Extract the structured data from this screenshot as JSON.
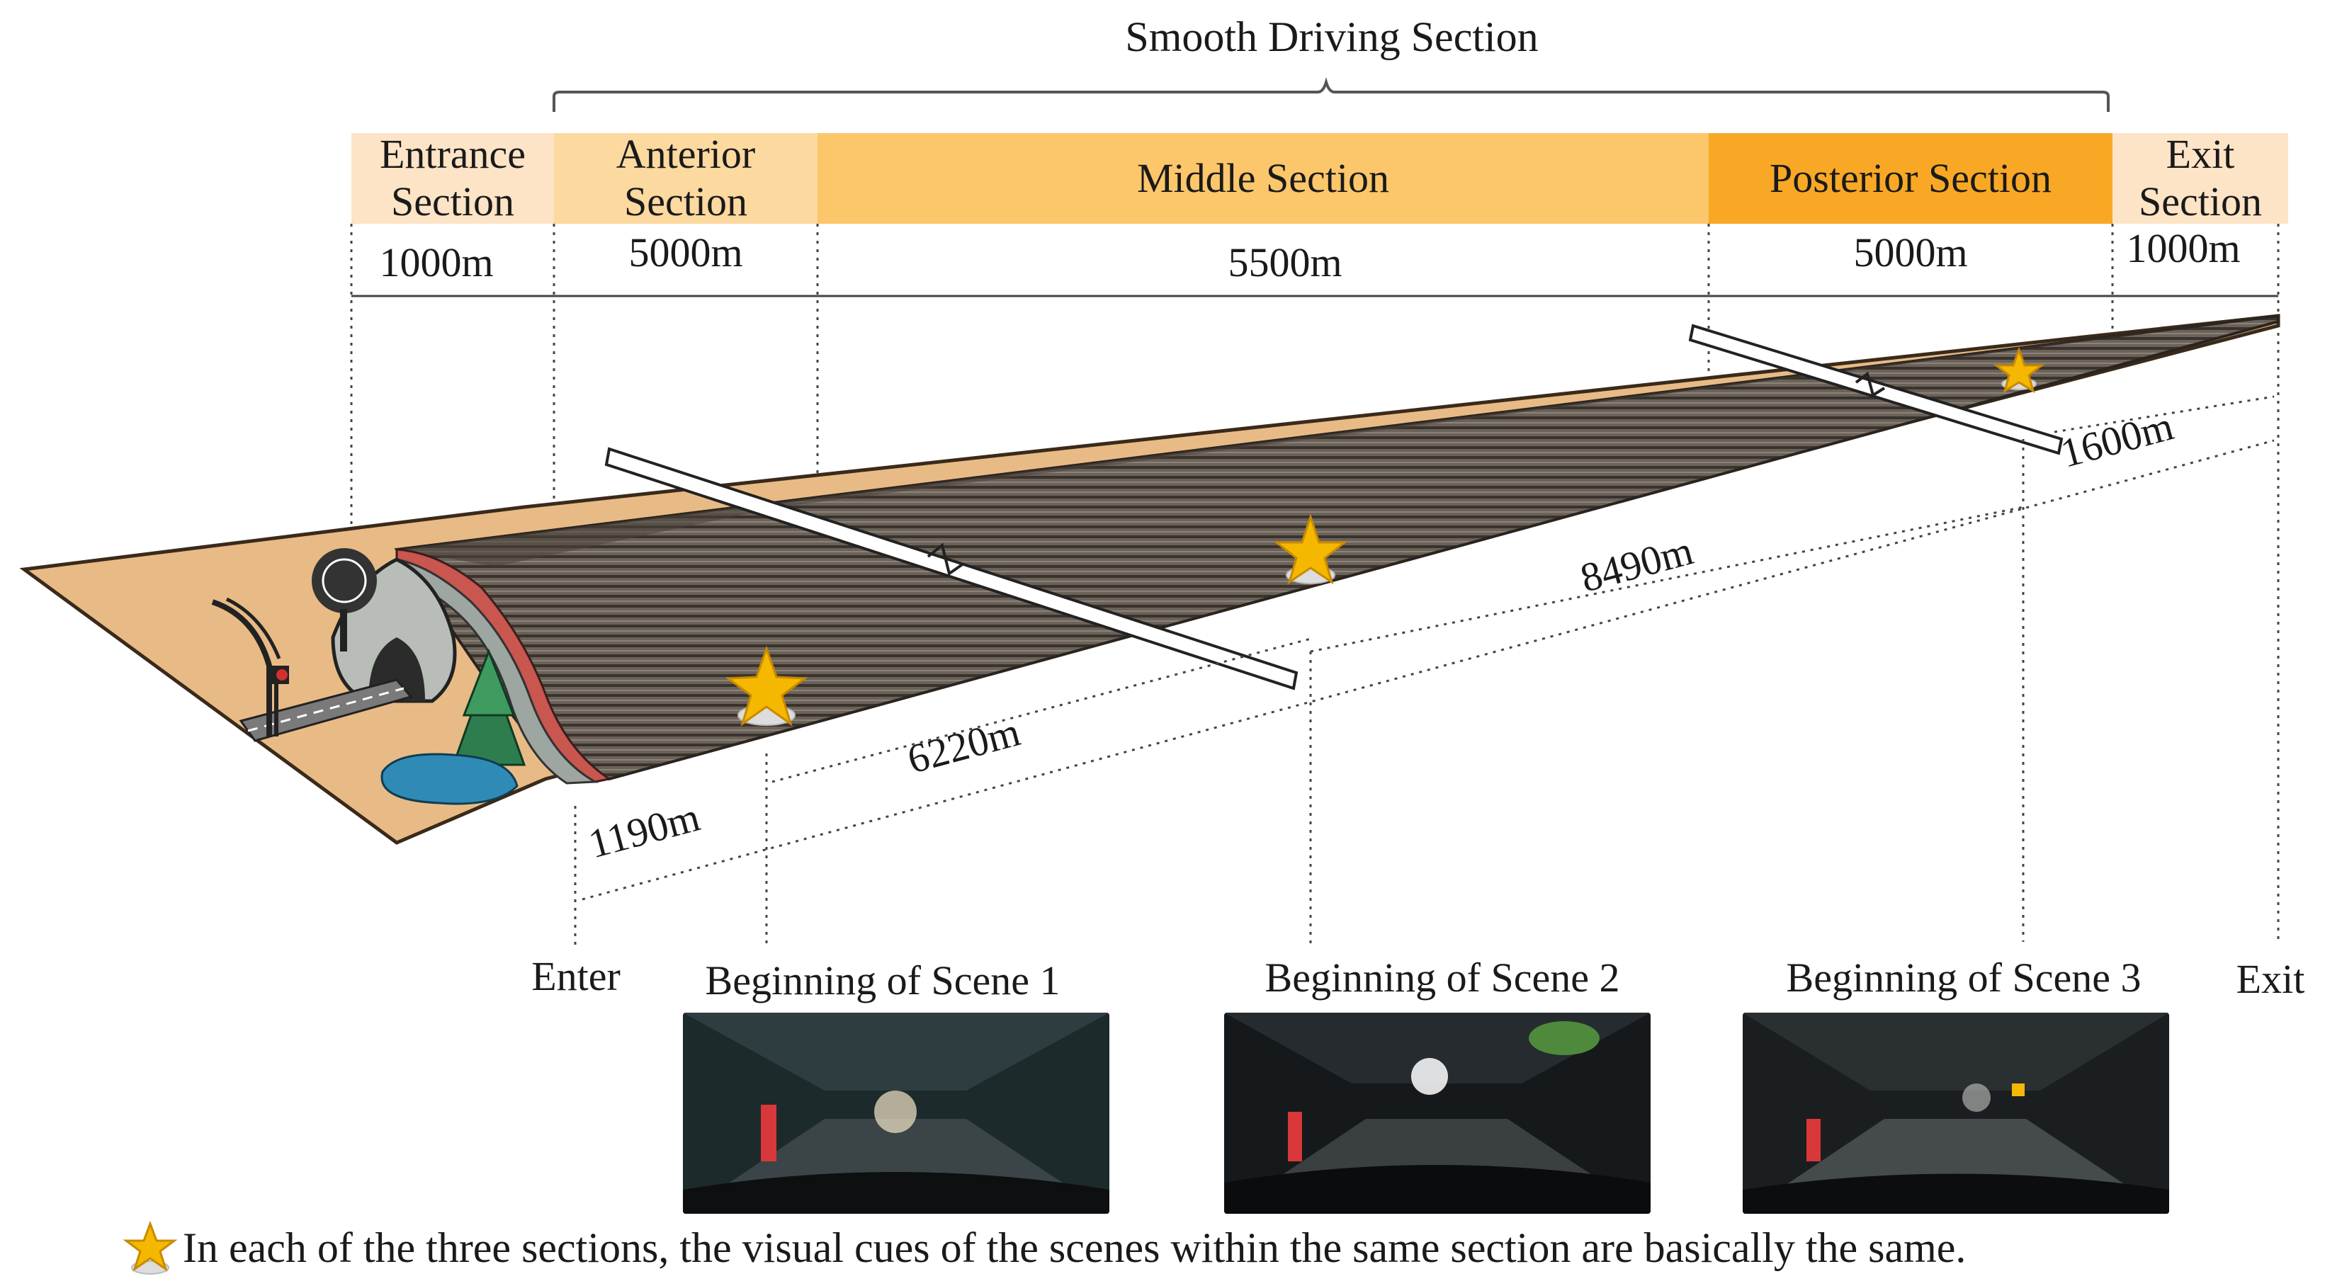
{
  "title": "Smooth Driving Section",
  "sections": {
    "entrance": {
      "label": "Entrance Section",
      "length": "1000m",
      "color": "#fde4c6"
    },
    "anterior": {
      "label": "Anterior Section",
      "length": "5000m",
      "color": "#fcd99f"
    },
    "middle": {
      "label": "Middle Section",
      "length": "5500m",
      "color": "#fcc66a"
    },
    "posterior": {
      "label": "Posterior Section",
      "length": "5000m",
      "color": "#f9a825"
    },
    "exit": {
      "label": "Exit Section",
      "length": "1000m",
      "color": "#fde4c6"
    }
  },
  "distances": {
    "enter_to_scene1": "1190m",
    "to_scene2": "6220m",
    "to_scene3": "8490m",
    "scene3_to_exit": "1600m"
  },
  "markers": {
    "enter": "Enter",
    "exit": "Exit",
    "scene1": "Beginning of Scene 1",
    "scene2": "Beginning of Scene 2",
    "scene3": "Beginning of Scene 3"
  },
  "icons": {
    "scene_marker": "star-icon",
    "star_color": "#f5b800"
  },
  "footnote": "In each of the three sections, the visual cues of the scenes within the same section are basically the same."
}
